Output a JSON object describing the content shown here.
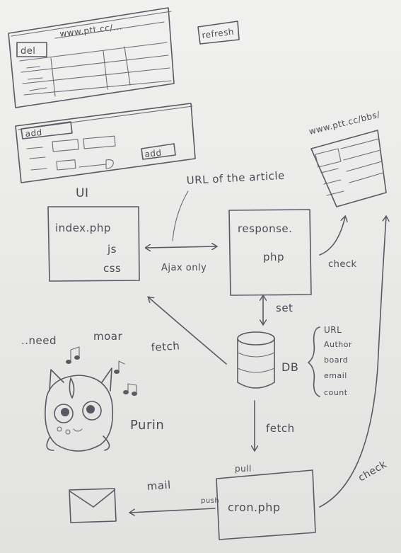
{
  "sketch_ui": {
    "list_panel": {
      "del_button": "del",
      "url": "www.ptt.cc/..."
    },
    "add_panel": {
      "add_label": "add",
      "add_button": "add"
    },
    "refresh_button": "refresh",
    "ui_label": "UI"
  },
  "nodes": {
    "index": {
      "lines": [
        "index.php",
        "js",
        "css"
      ]
    },
    "response": {
      "lines": [
        "response.",
        "php"
      ]
    },
    "db": {
      "label": "DB"
    },
    "cron": {
      "label": "cron.php"
    },
    "ptt_page": {
      "url": "www.ptt.cc/bbs/"
    }
  },
  "edges": {
    "url_of_article": "URL of the article",
    "ajax_only": "Ajax only",
    "check_top": "check",
    "set": "set",
    "fetch_left": "fetch",
    "fetch_down": "fetch",
    "pull": "pull",
    "push": "push",
    "mail": "mail",
    "check_right": "check"
  },
  "db_fields": [
    "URL",
    "Author",
    "board",
    "email",
    "count"
  ],
  "character": {
    "need_text": "..need",
    "moar_text": "moar",
    "name": "Purin"
  }
}
